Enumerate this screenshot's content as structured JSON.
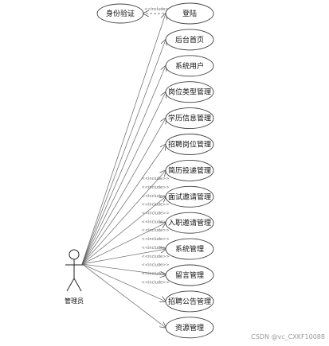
{
  "actor": {
    "label": "管理员"
  },
  "login_include": {
    "label": "身份验证",
    "stereotype": "<<include>>"
  },
  "use_cases": [
    "登陆",
    "后台首页",
    "系统用户",
    "岗位类型管理",
    "学历信息管理",
    "招聘岗位管理",
    "简历投递管理",
    "面试邀请管理",
    "入职邀请管理",
    "系统管理",
    "留言管理",
    "招聘公告管理",
    "资源管理"
  ],
  "association_stereotype": "<<include>>",
  "watermark": "CSDN @vc_CXKF10088"
}
